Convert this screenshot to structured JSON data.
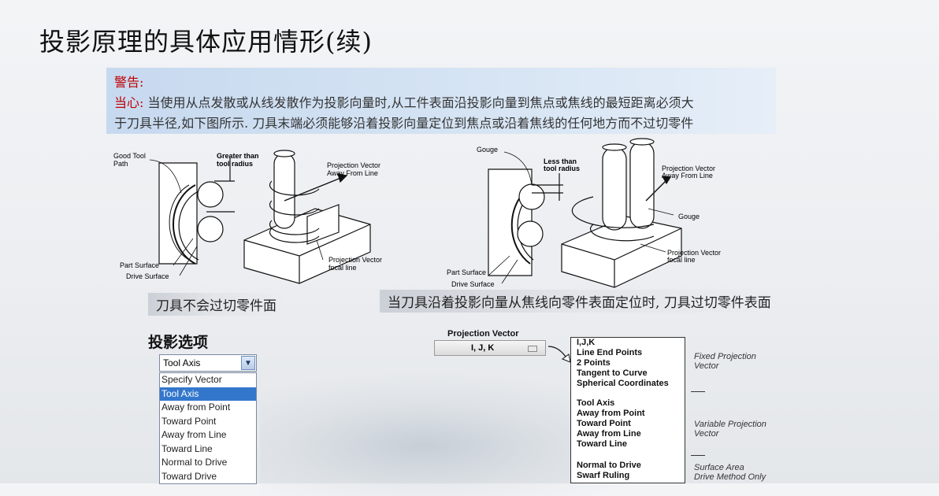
{
  "title": "投影原理的具体应用情形(续)",
  "warning": {
    "heading": "警告:",
    "caution_label": "当心:",
    "line1": "当使用从点发散或从线发散作为投影向量时,从工件表面沿投影向量到焦点或焦线的最短距离必须大",
    "line2": "于刀具半径,如下图所示. 刀具末端必须能够沿着投影向量定位到焦点或沿着焦线的任何地方而不过切零件"
  },
  "figure_left": {
    "good_tool_path": [
      "Good Tool",
      "Path"
    ],
    "greater_than": [
      "Greater than",
      "tool radius"
    ],
    "projection_away": [
      "Projection Vector",
      "Away From Line"
    ],
    "part_surface": "Part Surface",
    "drive_surface": "Drive Surface",
    "projection_focal": [
      "Projection Vector",
      "focal line"
    ]
  },
  "figure_right": {
    "gouge_top": "Gouge",
    "less_than": [
      "Less than",
      "tool radius"
    ],
    "projection_away": [
      "Projection Vector",
      "Away From Line"
    ],
    "gouge_right": "Gouge",
    "part_surface": "Part Surface",
    "drive_surface": "Drive Surface",
    "projection_focal": [
      "Projection Vector",
      "focal line"
    ]
  },
  "caption_left": "刀具不会过切零件面",
  "caption_right": "当刀具沿着投影向量从焦线向零件表面定位时, 刀具过切零件表面",
  "options": {
    "title": "投影选项",
    "selected": "Tool Axis",
    "items": [
      "Specify Vector",
      "Tool Axis",
      "Away from Point",
      "Toward Point",
      "Away from Line",
      "Toward Line",
      "Normal to Drive",
      "Toward Drive"
    ]
  },
  "projection_vector": {
    "label": "Projection Vector",
    "value": "I, J, K",
    "list": [
      "I,J,K",
      "Line End Points",
      "2 Points",
      "Tangent to Curve",
      "Spherical Coordinates",
      "Tool Axis",
      "Away from Point",
      "Toward Point",
      "Away from Line",
      "Toward Line",
      "Normal to Drive",
      "Swarf Ruling"
    ],
    "groups": [
      [
        "Fixed Projection",
        "Vector"
      ],
      [
        "Variable Projection",
        "Vector"
      ],
      [
        "Surface Area",
        "Drive Method Only"
      ]
    ]
  }
}
